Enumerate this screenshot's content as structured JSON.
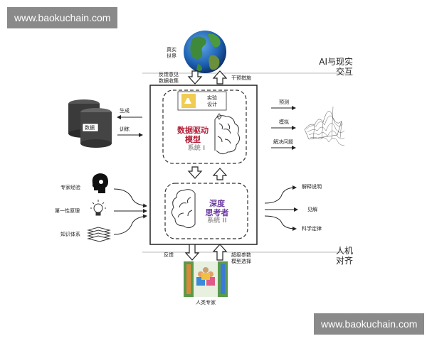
{
  "watermark": {
    "top": "www.baokuchain.com",
    "bottom": "www.baokuchain.com"
  },
  "sections": {
    "top": "AI与现实\n交互",
    "bottom": "人机\n对齐"
  },
  "world": {
    "label": "真实\n世界"
  },
  "arrows_top": {
    "left": "反馈意见\n数据收集",
    "right": "干预措施"
  },
  "experiment": {
    "label": "实验\n设计"
  },
  "system1": {
    "title": "数据驱动\n模型",
    "subtitle": "系统 I",
    "color": "#b3203a"
  },
  "system2": {
    "title": "深度\n思考者",
    "subtitle": "系统 II",
    "color": "#6b3aa0"
  },
  "data": {
    "db_label": "数据",
    "arrow_in": "生成",
    "arrow_out": "训练"
  },
  "right_top": [
    "预测",
    "模拟",
    "解决问题"
  ],
  "left_inputs": [
    "专家经验",
    "第一性原理",
    "知识体系"
  ],
  "right_bottom": [
    "解释说明",
    "见解",
    "科学定律"
  ],
  "arrows_bottom": {
    "left": "反馈",
    "right": "超级参数\n模型选择"
  },
  "experts": {
    "label": "人类专家"
  }
}
